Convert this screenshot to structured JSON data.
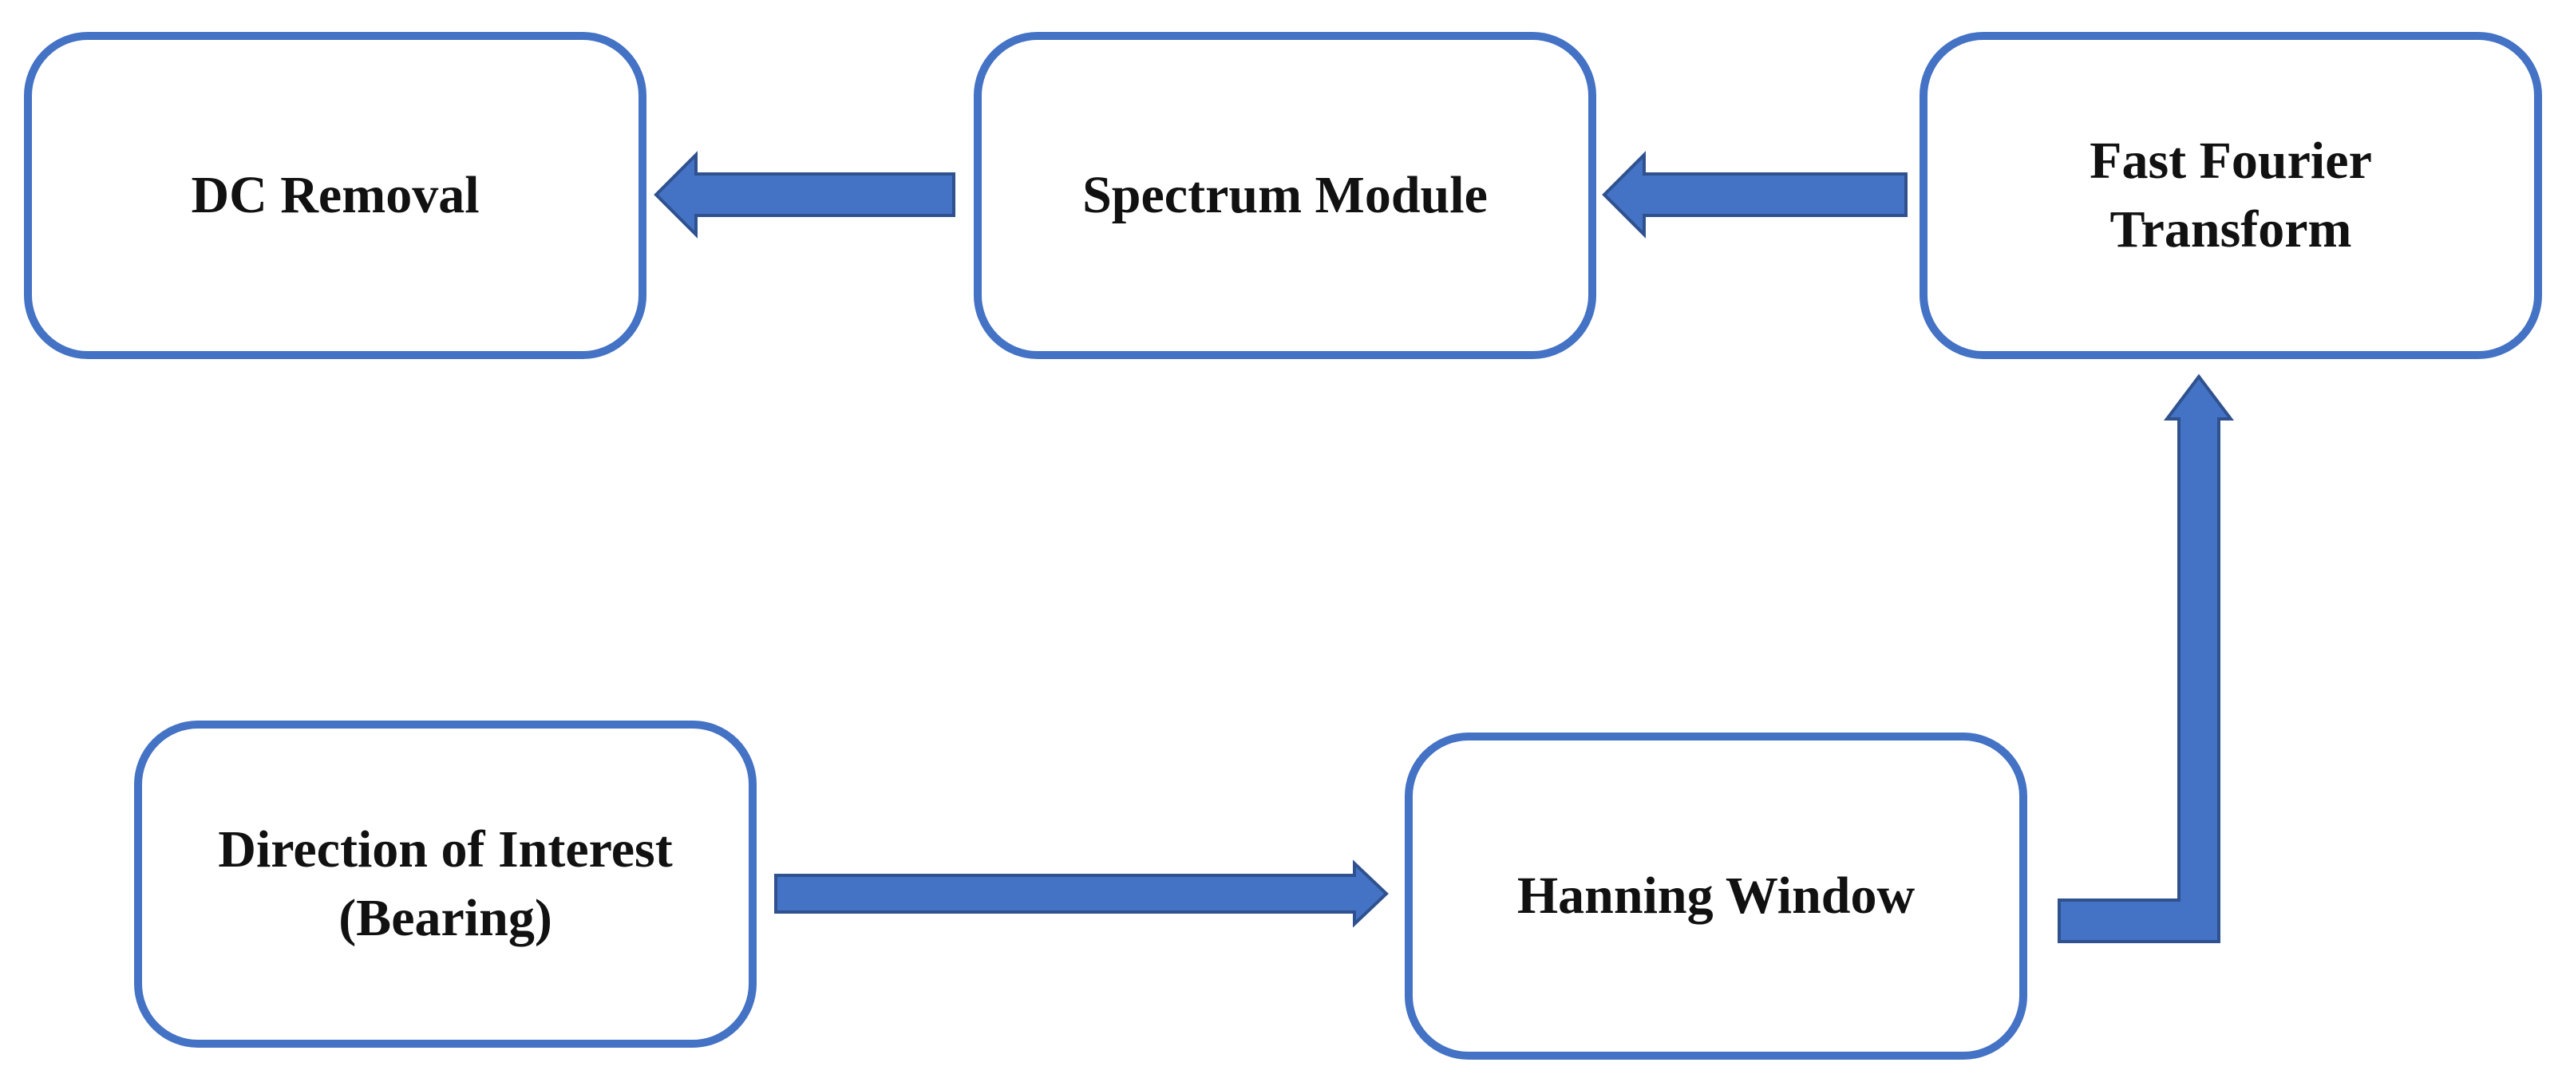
{
  "diagram": {
    "nodes": {
      "dc_removal": "DC Removal",
      "spectrum_module": "Spectrum Module",
      "fft": "Fast Fourier\nTransform",
      "direction_of_interest": "Direction of Interest\n(Bearing)",
      "hanning_window": "Hanning Window"
    },
    "edges": [
      {
        "from": "direction_of_interest",
        "to": "hanning_window"
      },
      {
        "from": "hanning_window",
        "to": "fft"
      },
      {
        "from": "fft",
        "to": "spectrum_module"
      },
      {
        "from": "spectrum_module",
        "to": "dc_removal"
      }
    ],
    "colors": {
      "box_border": "#4472c4",
      "arrow_fill": "#4472c4",
      "arrow_stroke": "#2f528f",
      "text": "#111111"
    }
  }
}
